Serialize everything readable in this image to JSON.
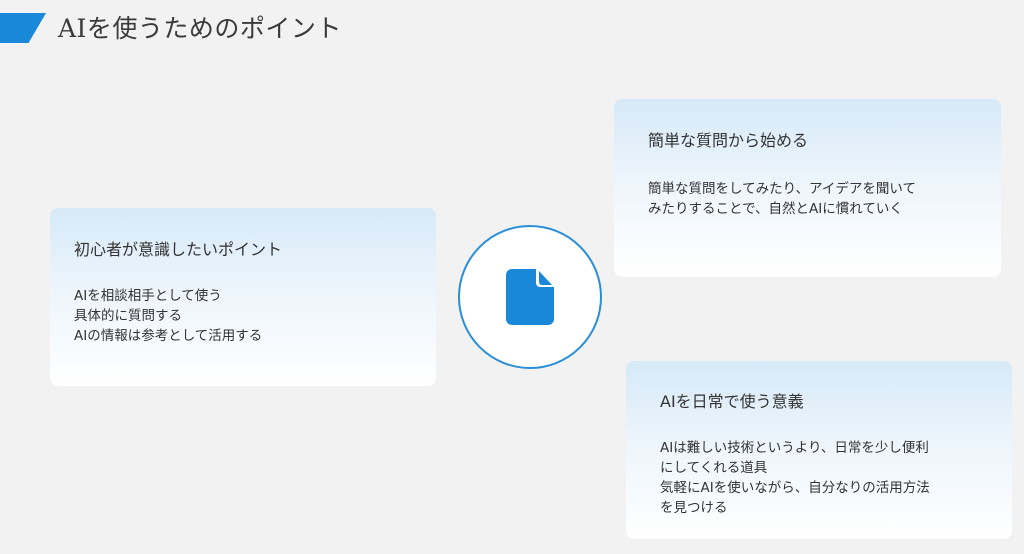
{
  "header": {
    "title": "AIを使うためのポイント",
    "accent_color": "#1a88d8"
  },
  "center": {
    "icon": "document-icon",
    "color": "#1a88d8"
  },
  "cards": [
    {
      "title": "初心者が意識したいポイント",
      "lines": [
        "AIを相談相手として使う",
        "具体的に質問する",
        "AIの情報は参考として活用する"
      ]
    },
    {
      "title": "簡単な質問から始める",
      "lines": [
        "簡単な質問をしてみたり、アイデアを聞いて",
        "みたりすることで、自然とAIに慣れていく"
      ]
    },
    {
      "title": "AIを日常で使う意義",
      "lines": [
        "AIは難しい技術というより、日常を少し便利",
        "にしてくれる道具",
        "気軽にAIを使いながら、自分なりの活用方法",
        "を見つける"
      ]
    }
  ]
}
